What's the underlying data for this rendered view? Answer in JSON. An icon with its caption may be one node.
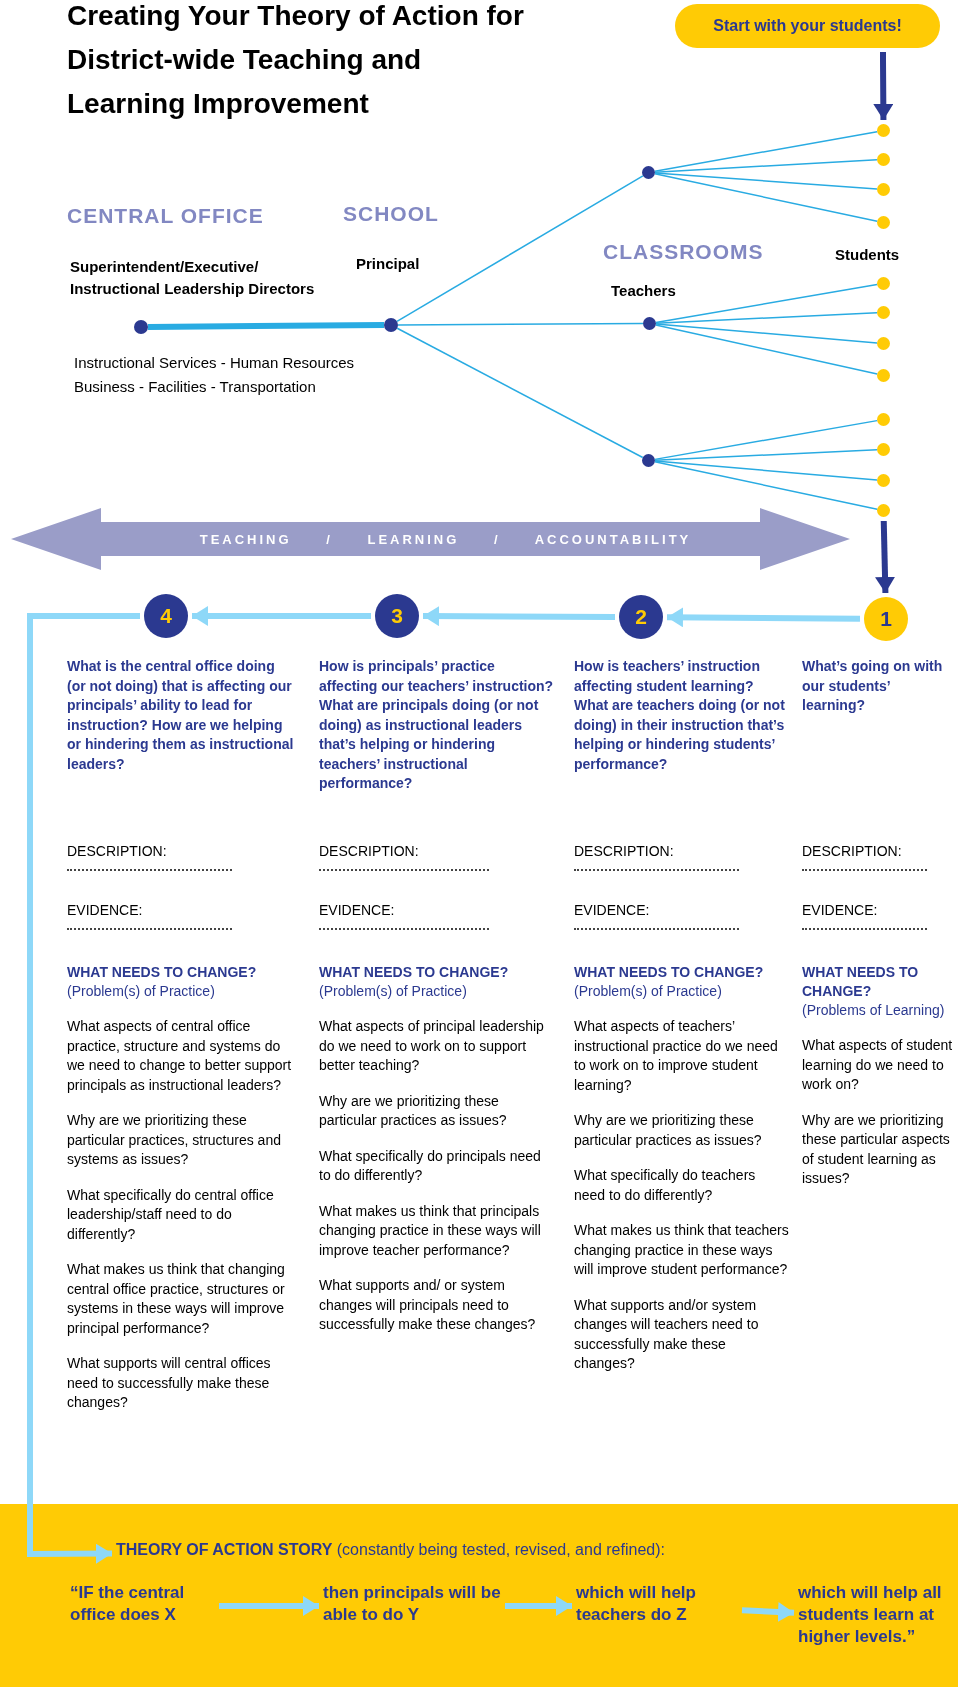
{
  "diagram": {
    "title": "Creating Your Theory of Action for District-wide Teaching and Learning Improvement",
    "nodes": [
      {
        "text": [
          "Start with your students!"
        ]
      },
      {
        "text": [],
        "shape": "circle"
      },
      {
        "text": [],
        "shape": "circle"
      },
      {
        "text": [],
        "shape": "circle"
      },
      {
        "text": [],
        "shape": "circle"
      },
      {
        "text": [],
        "shape": "circle"
      },
      {
        "text": [],
        "shape": "circle"
      },
      {
        "text": [],
        "shape": "circle"
      },
      {
        "text": [],
        "shape": "circle"
      },
      {
        "text": [],
        "shape": "circle"
      },
      {
        "text": [],
        "shape": "circle"
      },
      {
        "text": [],
        "shape": "circle"
      },
      {
        "text": [],
        "shape": "circle"
      },
      {
        "text": [],
        "shape": "circle"
      },
      {
        "text": [],
        "shape": "circle"
      },
      {
        "text": [],
        "shape": "circle"
      },
      {
        "text": [],
        "shape": "circle"
      },
      {
        "text": [],
        "shape": "circle"
      },
      {
        "text": [
          "TEACHING / LEARNING / ACCOUNTABILITY"
        ]
      },
      {
        "text": [
          "1"
        ],
        "beside": [
          "What’s going on with our students’ learning?",
          "DESCRIPTION:",
          "EVIDENCE:",
          "WHAT NEEDS TO CHANGE?",
          "(Problems of Learning)",
          "What aspects of student learning do we need to work on?",
          "Why are we prioritizing these particular aspects of student learning as issues?"
        ]
      },
      {
        "text": [
          "2"
        ],
        "beside": [
          "How is teachers’ instruction affecting student learning? What are teachers doing (or not doing) in their instruction that’s helping or hindering students’ performance?",
          "DESCRIPTION:",
          "EVIDENCE:",
          "WHAT NEEDS TO CHANGE?",
          "(Problem(s) of Practice)",
          "What aspects of teachers’ instructional practice do we need to work on to improve student learning?",
          "Why are we prioritizing these particular practices as issues?",
          "What specifically do teachers need to do differently?",
          "What makes us think that teachers changing practice in these ways will improve student performance?",
          "What supports and/or system changes will teachers need to successfully make these changes?"
        ]
      },
      {
        "text": [
          "3"
        ],
        "beside": [
          "How is principals’ practice affecting our teachers’ instruction? What are principals doing (or not doing) as instructional leaders that’s helping or hindering teachers’ instructional performance?",
          "DESCRIPTION:",
          "EVIDENCE:",
          "WHAT NEEDS TO CHANGE?",
          "(Problem(s) of Practice)",
          "What aspects of principal leadership  do we need to work on to support better teaching?",
          "Why are we prioritizing these particular practices as issues?",
          "What specifically do principals need to do differently?",
          "What makes us think that principals changing practice in these ways will improve teacher performance?",
          "What supports and/ or system changes will principals need to successfully make these changes?"
        ]
      },
      {
        "text": [
          "4"
        ],
        "beside": [
          "What is the central office doing (or not doing) that is affecting our principals’ ability to lead for instruction?  How are we helping or hindering them as instructional leaders?",
          "DESCRIPTION:",
          "EVIDENCE:",
          "WHAT NEEDS TO CHANGE?",
          "(Problem(s) of Practice)",
          "What aspects of central office practice, structure and systems do we need to change to better support principals as instructional leaders?",
          "Why are we prioritizing these particular practices, structures and systems as issues?",
          "What specifically do central office leadership/staff need to do differently?",
          "What makes us think that changing central office practice, structures or systems in these ways  will improve principal performance?",
          "What supports will central offices need to successfully make these changes?"
        ]
      },
      {
        "text": [],
        "shape": "box"
      },
      {
        "text": [
          "**THEORY OF ACTION STORY** (constantly being tested, revised, and refined):"
        ],
        "in": 23
      },
      {
        "text": [
          "“IF the central office does X"
        ],
        "in": 23
      },
      {
        "text": [
          "then principals will be able to do Y"
        ],
        "in": 23
      },
      {
        "text": [
          "which will help teachers do Z"
        ],
        "in": 23
      },
      {
        "text": [
          "which will help all students learn at higher levels.”"
        ],
        "in": 23
      }
    ],
    "edges": [
      {
        "from": 0,
        "to": 6,
        "arrow": "to",
        "style": "thick",
        "color": "#2b3990"
      },
      {
        "from": 1,
        "to": 2,
        "arrow": "none",
        "style": "thick"
      },
      {
        "from": 2,
        "to": 3,
        "arrow": "none"
      },
      {
        "from": 2,
        "to": 4,
        "arrow": "none"
      },
      {
        "from": 2,
        "to": 5,
        "arrow": "none"
      },
      {
        "from": 3,
        "to": 6,
        "arrow": "none"
      },
      {
        "from": 3,
        "to": 7,
        "arrow": "none"
      },
      {
        "from": 3,
        "to": 8,
        "arrow": "none"
      },
      {
        "from": 3,
        "to": 9,
        "arrow": "none"
      },
      {
        "from": 4,
        "to": 10,
        "arrow": "none"
      },
      {
        "from": 4,
        "to": 11,
        "arrow": "none"
      },
      {
        "from": 4,
        "to": 12,
        "arrow": "none"
      },
      {
        "from": 4,
        "to": 13,
        "arrow": "none"
      },
      {
        "from": 5,
        "to": 14,
        "arrow": "none"
      },
      {
        "from": 5,
        "to": 15,
        "arrow": "none"
      },
      {
        "from": 5,
        "to": 16,
        "arrow": "none"
      },
      {
        "from": 5,
        "to": 17,
        "arrow": "none"
      },
      {
        "from": 17,
        "to": 19,
        "arrow": "to",
        "style": "thick",
        "color": "#2b3990"
      },
      {
        "from": 19,
        "to": 20,
        "arrow": "to",
        "style": "thick",
        "color": "#8ed8f8"
      },
      {
        "from": 20,
        "to": 21,
        "arrow": "to",
        "style": "thick",
        "color": "#8ed8f8"
      },
      {
        "from": 21,
        "to": 22,
        "arrow": "to",
        "style": "thick",
        "color": "#8ed8f8"
      },
      {
        "from": 22,
        "to": 24,
        "arrow": "to",
        "style": "thick",
        "color": "#8ed8f8"
      },
      {
        "from": 25,
        "to": 26,
        "arrow": "to",
        "style": "thick",
        "color": "#8ed8f8"
      },
      {
        "from": 26,
        "to": 27,
        "arrow": "to",
        "style": "thick",
        "color": "#8ed8f8"
      },
      {
        "from": 27,
        "to": 28,
        "arrow": "to",
        "style": "thick",
        "color": "#8ed8f8"
      }
    ],
    "labels": [
      "CENTRAL OFFICE",
      "SCHOOL",
      "CLASSROOMS",
      "Students",
      "Superintendent/Executive/ Instructional Leadership Directors",
      "Principal",
      "Teachers",
      "Instructional Services - Human Resources",
      "Business - Facilities - Transportation"
    ]
  }
}
